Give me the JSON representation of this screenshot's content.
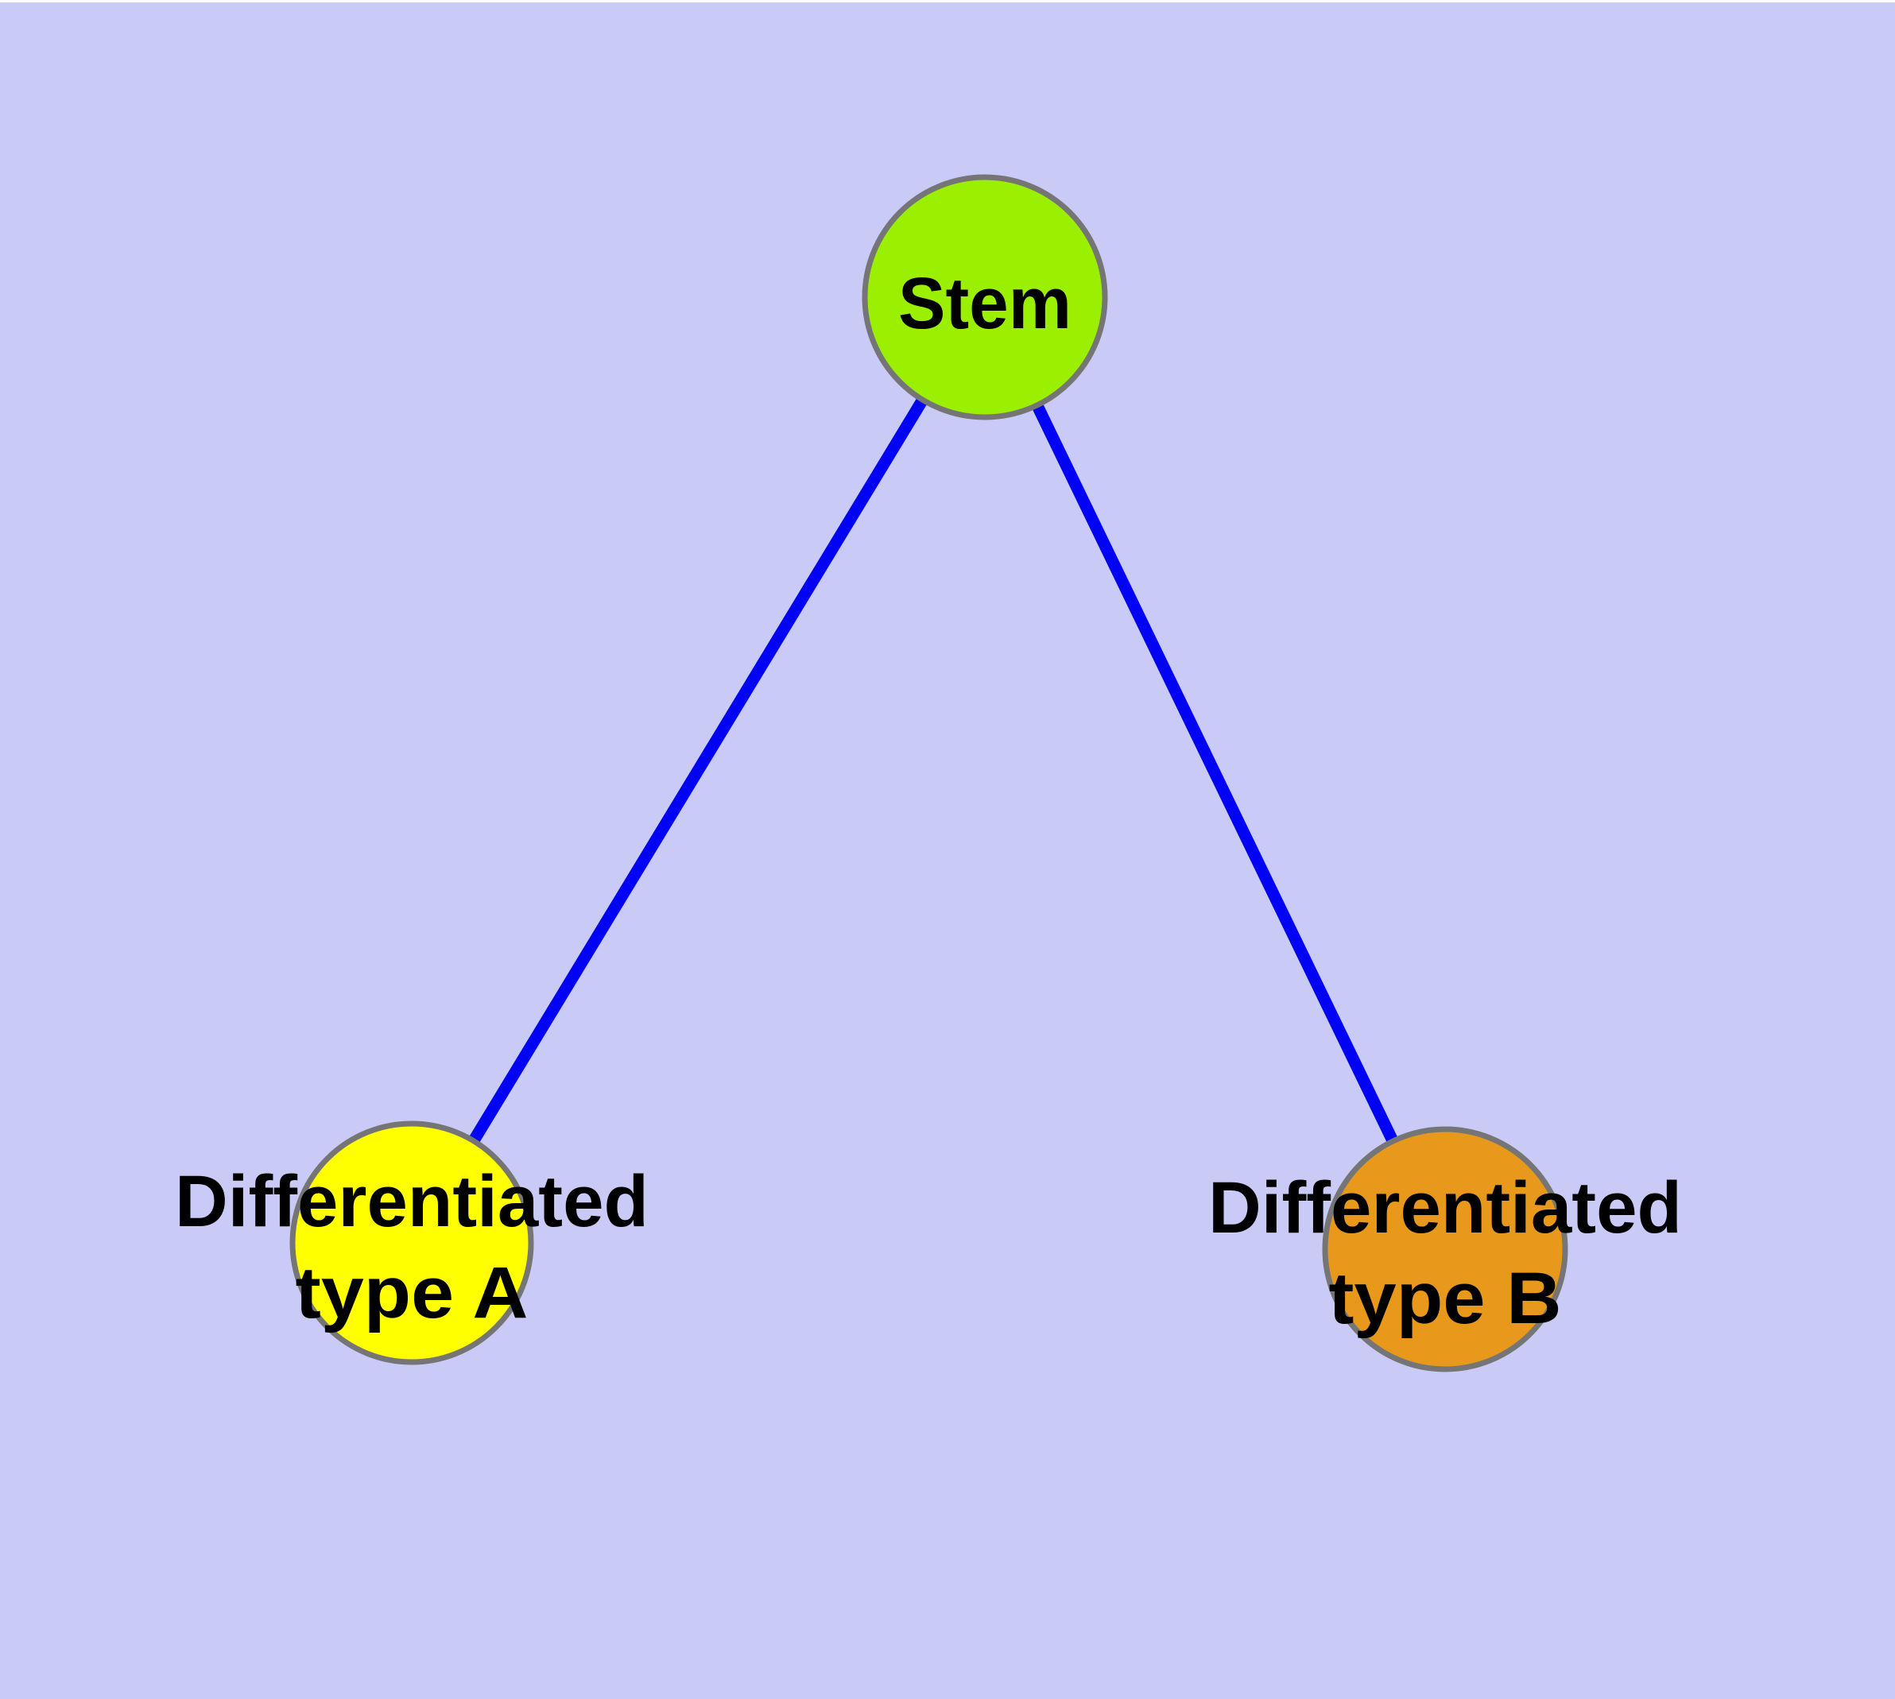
{
  "figure": {
    "background_color": "#CACAF7",
    "top_margin_color": "#FFFFFF",
    "edge_color": "#0202F5",
    "node_border_color": "#757575",
    "label_color": "#000000",
    "nodes": [
      {
        "id": "stem",
        "label": "Stem",
        "label_line1": "Stem",
        "label_line2": "",
        "color": "#9BEF00"
      },
      {
        "id": "differentiated-type-a",
        "label": "Differentiated type A",
        "label_line1": "Differentiated",
        "label_line2": "type A",
        "color": "#FFFF00"
      },
      {
        "id": "differentiated-type-b",
        "label": "Differentiated type B",
        "label_line1": "Differentiated",
        "label_line2": "type B",
        "color": "#E8991C"
      }
    ],
    "edges": [
      {
        "from": "stem",
        "to": "differentiated-type-a"
      },
      {
        "from": "stem",
        "to": "differentiated-type-b"
      }
    ]
  }
}
